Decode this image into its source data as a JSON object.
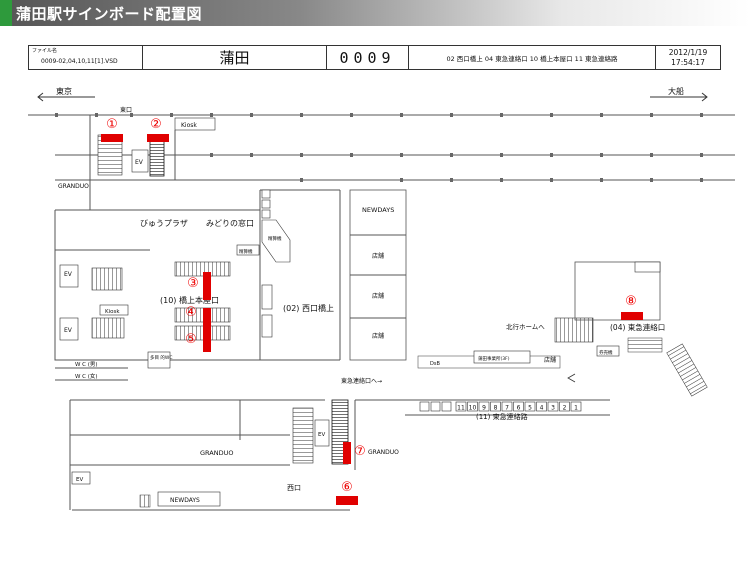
{
  "header": {
    "title": "蒲田駅サインボード配置図",
    "accent_color": "#2e9a3c"
  },
  "info": {
    "file_label": "ファイル名",
    "file_name": "0009-02,04,10,11[1].VSD",
    "station": "蒲田",
    "code": "0009",
    "exits": "02 西口橋上 04 東急連絡口 10 橋上本屋口 11 東急連絡路",
    "date": "2012/1/19",
    "time": "17:54:17"
  },
  "map": {
    "dir_left": "東京",
    "dir_right": "大船",
    "east_exit": "東口",
    "kiosk": "Kiosk",
    "ev": "EV",
    "granduo_top": "GRANDUO",
    "granduo": "GRANDUO",
    "view_plaza": "びゅうプラザ",
    "midori": "みどりの窓口",
    "newdays": "NEWDAYS",
    "newdays_bottom": "NEWDAYS",
    "shop": "店舗",
    "seisan": "精算機",
    "exit_10": "(10) 橋上本屋口",
    "exit_02": "(02) 西口橋上",
    "exit_04": "(04) 東急連絡口",
    "exit_11": "(11) 東急連絡路",
    "to_tokyu": "東急連絡口へ→",
    "to_north": "北行ホームへ",
    "wc_m": "W C (男)",
    "wc_f": "W C (女)",
    "tashoku": "多目 的WC",
    "west_exit": "西口",
    "dsb": "DsB",
    "kamata_shop": "蒲田事業所(3F)",
    "ticket": "券売機",
    "platforms": [
      "11",
      "10",
      "9",
      "8",
      "7",
      "6",
      "5",
      "4",
      "3",
      "2",
      "1"
    ],
    "markers": [
      "①",
      "②",
      "③",
      "④",
      "⑤",
      "⑥",
      "⑦",
      "⑧"
    ],
    "sign_color": "#e00000"
  }
}
